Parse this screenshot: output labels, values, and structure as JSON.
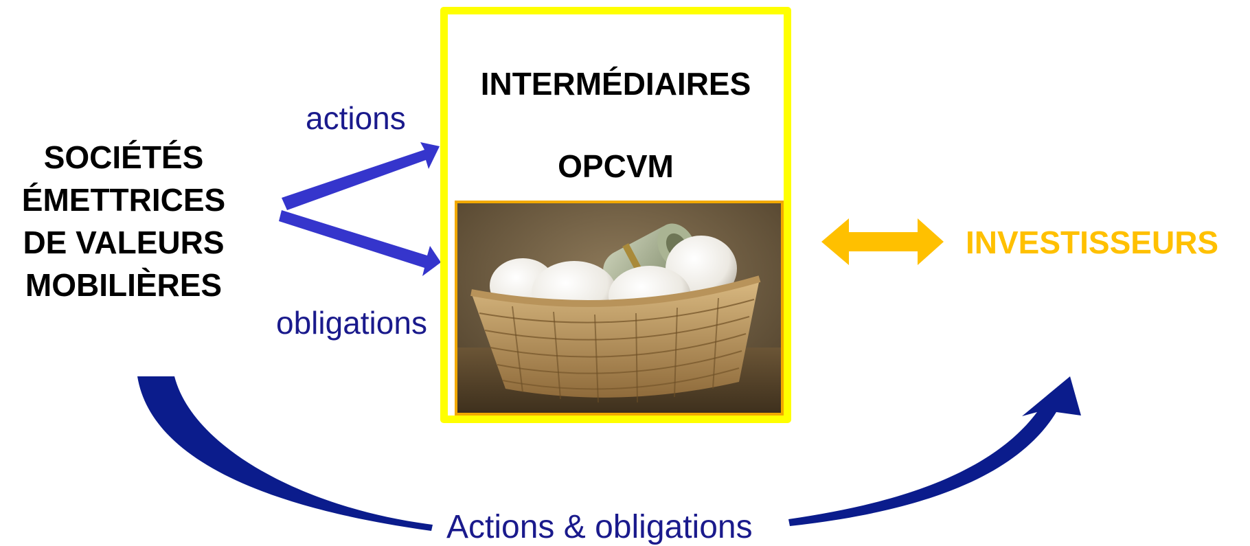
{
  "left_block": {
    "lines": [
      "SOCIÉTÉS",
      "ÉMETTRICES",
      "DE VALEURS",
      "MOBILIÈRES"
    ]
  },
  "arrow_labels": {
    "upper": "actions",
    "lower": "obligations",
    "bottom": "Actions & obligations"
  },
  "center_box": {
    "title_line1": "INTERMÉDIAIRES",
    "title_line2": "OPCVM",
    "image_subject": "egg-basket-with-dollar-roll"
  },
  "right_block": {
    "label": "INVESTISSEURS"
  },
  "colors": {
    "box_border": "#ffff00",
    "image_border": "#f2a900",
    "arrow_blue": "#3535cc",
    "curve_blue": "#0b1c8c",
    "label_blue": "#1a1a8c",
    "investor_orange": "#ffc000",
    "double_arrow": "#ffc000"
  },
  "icons": {
    "upper_arrow": "right-arrow-icon",
    "lower_arrow": "right-arrow-icon",
    "exchange_arrow": "double-arrow-icon",
    "curve_arrow": "curved-arrow-icon"
  }
}
